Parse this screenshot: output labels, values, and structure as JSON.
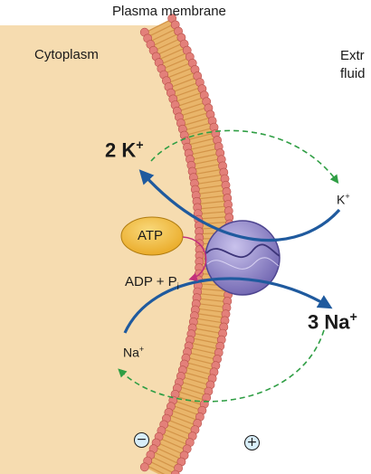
{
  "labels": {
    "membrane": "Plasma membrane",
    "cytoplasm": "Cytoplasm",
    "extracellular_line1": "Extr",
    "extracellular_line2": "fluid",
    "k_large_count": "2 K",
    "k_large_charge": "+",
    "k_small": "K",
    "k_small_charge": "+",
    "atp": "ATP",
    "adp": "ADP + P",
    "adp_sub": "i",
    "na_large_count": "3 Na",
    "na_large_charge": "+",
    "na_small": "Na",
    "na_small_charge": "+",
    "charge_inside": "−",
    "charge_outside": "+"
  },
  "colors": {
    "cytoplasm": "#f6dcb0",
    "membrane_core": "#e9b56a",
    "phospholipid_head": "#e3807a",
    "pump": "#8f84c8",
    "atp": "#f3bd45",
    "ion_arrow": "#1f5a9e",
    "return_arrow": "#2f9e44",
    "atp_arrow": "#c2307a",
    "badge": "#d8eef9"
  }
}
